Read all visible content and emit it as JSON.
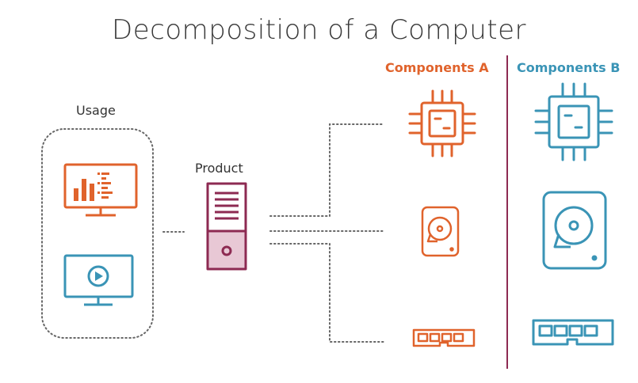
{
  "title": "Decomposition of a Computer",
  "usage_label": "Usage",
  "product_label": "Product",
  "components_a_label": "Components A",
  "components_b_label": "Components B",
  "colors": {
    "orange": "#e0632c",
    "blue": "#3a94b6",
    "maroon": "#8d2a52",
    "pink": "#e8c8d5",
    "dots": "#666666"
  },
  "icons": {
    "usage": [
      "monitor-chart-icon",
      "monitor-video-icon"
    ],
    "product": "tower-server-icon",
    "components_a": [
      "cpu-chip-icon",
      "hard-drive-icon",
      "ram-module-icon"
    ],
    "components_b": [
      "cpu-chip-icon",
      "hard-drive-icon",
      "ram-module-icon"
    ]
  }
}
